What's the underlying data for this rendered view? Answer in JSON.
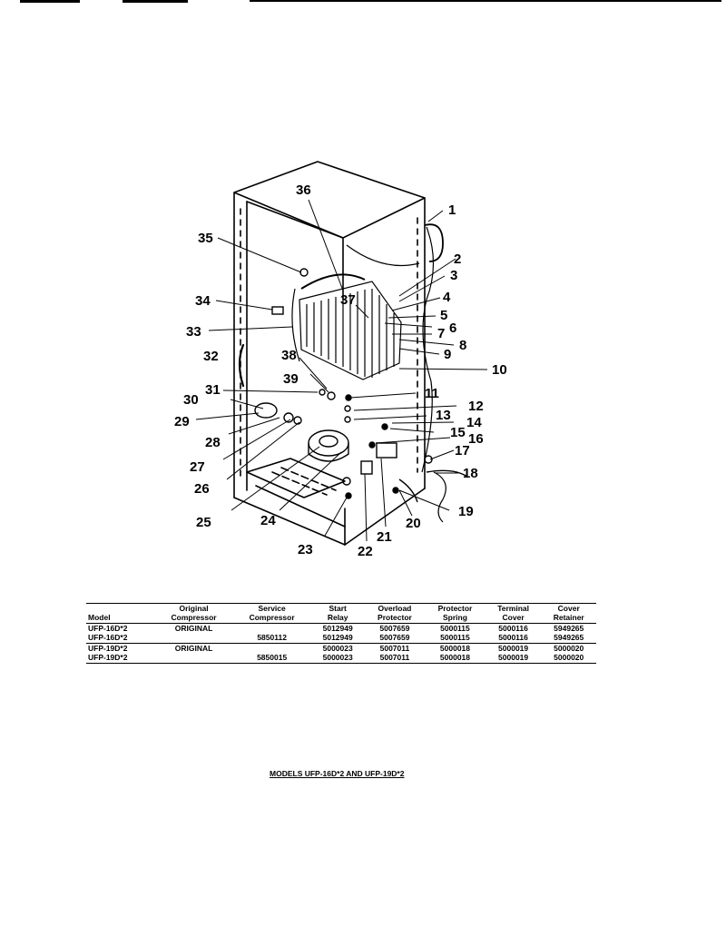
{
  "callouts": [
    "1",
    "2",
    "3",
    "4",
    "5",
    "6",
    "7",
    "8",
    "9",
    "10",
    "11",
    "12",
    "13",
    "14",
    "15",
    "16",
    "17",
    "18",
    "19",
    "20",
    "21",
    "22",
    "23",
    "24",
    "25",
    "26",
    "27",
    "28",
    "29",
    "30",
    "31",
    "32",
    "33",
    "34",
    "35",
    "36",
    "37",
    "38",
    "39"
  ],
  "table": {
    "headers": [
      [
        "",
        "Model"
      ],
      [
        "Original",
        "Compressor"
      ],
      [
        "Service",
        "Compressor"
      ],
      [
        "Start",
        "Relay"
      ],
      [
        "Overload",
        "Protector"
      ],
      [
        "Protector",
        "Spring"
      ],
      [
        "Terminal",
        "Cover"
      ],
      [
        "Cover",
        "Retainer"
      ]
    ],
    "rows": [
      [
        "UFP-16D*2",
        "ORIGINAL",
        "",
        "5012949",
        "5007659",
        "5000115",
        "5000116",
        "5949265"
      ],
      [
        "UFP-16D*2",
        "",
        "5850112",
        "5012949",
        "5007659",
        "5000115",
        "5000116",
        "5949265"
      ],
      [
        "UFP-19D*2",
        "ORIGINAL",
        "",
        "5000023",
        "5007011",
        "5000018",
        "5000019",
        "5000020"
      ],
      [
        "UFP-19D*2",
        "",
        "5850015",
        "5000023",
        "5007011",
        "5000018",
        "5000019",
        "5000020"
      ]
    ]
  },
  "models_caption": "MODELS UFP-16D*2 AND UFP-19D*2"
}
